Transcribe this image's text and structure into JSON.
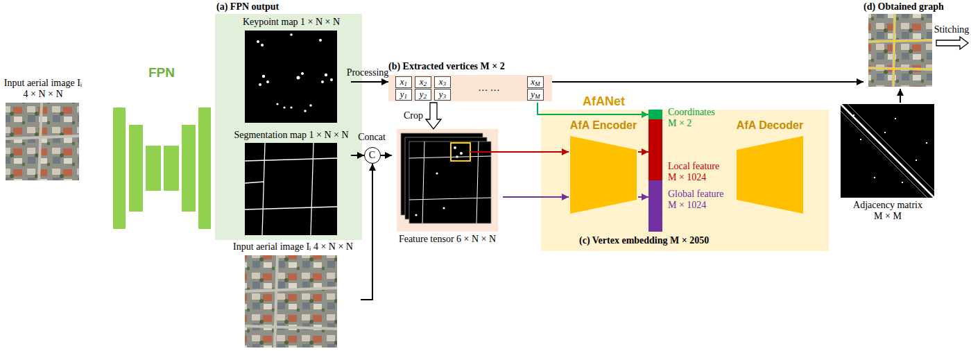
{
  "diagram": {
    "nodes": [
      {
        "text": [
          "Input aerial image Iᵢ 4 × N × N"
        ]
      },
      {
        "text": [
          "FPN"
        ]
      },
      {
        "text": [
          "(a) FPN output"
        ]
      },
      {
        "text": [
          "Keypoint map 1 × N × N"
        ],
        "in": 2
      },
      {
        "text": [
          "Segmentation map 1 × N × N"
        ],
        "in": 2
      },
      {
        "text": [
          "Input aerial image Iᵢ 4 × N × N"
        ]
      },
      {
        "text": [
          "Concat",
          "C"
        ]
      },
      {
        "text": [
          "(b) Extracted vertices M × 2",
          "x1",
          "x2",
          "x3",
          "… …",
          "xM",
          "y1",
          "y2",
          "y3",
          "yM"
        ]
      },
      {
        "text": [
          "Feature tensor 6 × N × N"
        ]
      },
      {
        "text": [
          "AfANet",
          "(c) Vertex embedding M × 2050"
        ]
      },
      {
        "text": [
          "AfA Encoder"
        ],
        "in": 9
      },
      {
        "text": [
          "Coordinates M × 2"
        ],
        "in": 9
      },
      {
        "text": [
          "Local feature M × 1024"
        ],
        "in": 9
      },
      {
        "text": [
          "Global feature M × 1024"
        ],
        "in": 9
      },
      {
        "text": [
          "AfA Decoder"
        ],
        "in": 9
      },
      {
        "text": [
          "Adjacency matrix M × M"
        ]
      },
      {
        "text": [
          "(d) Obtained graph"
        ]
      }
    ],
    "edges": [
      {
        "from": 3,
        "to": 7,
        "arrow": "to",
        "label": "Processing"
      },
      {
        "from": 4,
        "to": 6,
        "arrow": "to"
      },
      {
        "from": 5,
        "to": 6,
        "arrow": "to"
      },
      {
        "from": 6,
        "to": 8,
        "arrow": "to"
      },
      {
        "from": 7,
        "to": 8,
        "arrow": "to",
        "label": "Crop"
      },
      {
        "from": 7,
        "to": 16,
        "arrow": "to"
      },
      {
        "from": 7,
        "to": 11,
        "arrow": "to"
      },
      {
        "from": 8,
        "to": 10,
        "arrow": "to"
      },
      {
        "from": 8,
        "to": 10,
        "arrow": "to"
      },
      {
        "from": 10,
        "to": 12,
        "arrow": "to"
      },
      {
        "from": 10,
        "to": 13,
        "arrow": "to"
      },
      {
        "from": 15,
        "to": 16,
        "arrow": "to"
      }
    ],
    "labels": [
      "Stitching"
    ]
  }
}
